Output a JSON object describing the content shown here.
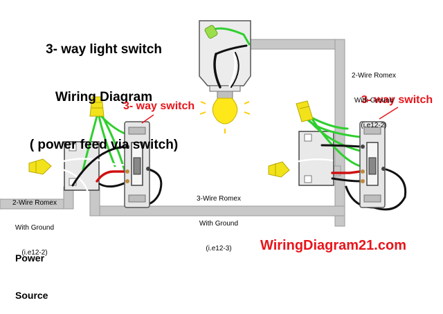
{
  "title": {
    "line1": "3- way light switch",
    "line2": "Wiring Diagram",
    "line3": "( power feed via switch)"
  },
  "labels": {
    "switch_left": "3- way switch",
    "switch_right": "3- way switch",
    "cable_left": [
      "2-Wire Romex",
      "With Ground",
      "(i.e12-2)"
    ],
    "cable_top_right": [
      "2-Wire Romex",
      "With Ground",
      "(i.e12-2)"
    ],
    "cable_middle": [
      "3-Wire Romex",
      "With Ground",
      "(i.e12-3)"
    ],
    "power": [
      "Power",
      "Source"
    ]
  },
  "watermark": "WiringDiagram21.com",
  "colors": {
    "conduit": "#c8c8c8",
    "hot": "#111111",
    "neutral": "#ffffff",
    "ground": "#2fcf2f",
    "traveler": "#d01010",
    "wirenut": "#f2e21a",
    "wirenut_green": "#9be04a",
    "label_red": "#e8141a"
  },
  "icons": [
    "light-bulb-icon",
    "wire-nut-icon",
    "toggle-switch-icon",
    "junction-box-icon"
  ]
}
